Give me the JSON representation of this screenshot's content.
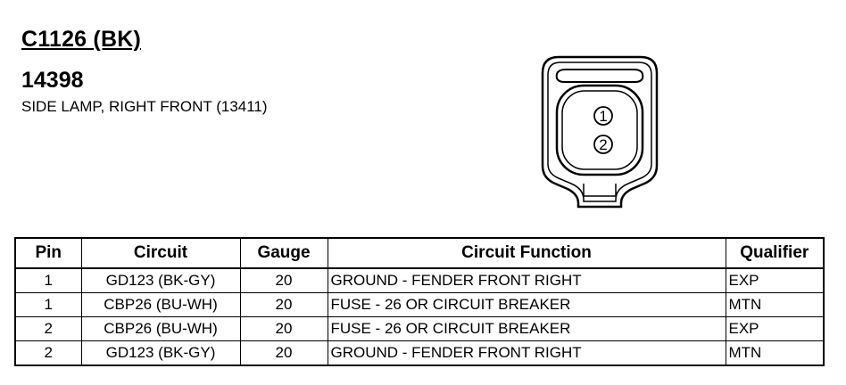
{
  "header": {
    "connector_id": "C1126 (BK)",
    "part_number": "14398",
    "description": "SIDE LAMP, RIGHT FRONT (13411)"
  },
  "connector_view": {
    "pins": [
      "1",
      "2"
    ]
  },
  "table": {
    "columns": {
      "pin": "Pin",
      "circuit": "Circuit",
      "gauge": "Gauge",
      "function": "Circuit Function",
      "qualifier": "Qualifier"
    },
    "rows": [
      {
        "pin": "1",
        "circuit": "GD123 (BK-GY)",
        "gauge": "20",
        "function": "GROUND - FENDER FRONT RIGHT",
        "qualifier": "EXP"
      },
      {
        "pin": "1",
        "circuit": "CBP26 (BU-WH)",
        "gauge": "20",
        "function": "FUSE - 26 OR CIRCUIT BREAKER",
        "qualifier": "MTN"
      },
      {
        "pin": "2",
        "circuit": "CBP26 (BU-WH)",
        "gauge": "20",
        "function": "FUSE - 26 OR CIRCUIT BREAKER",
        "qualifier": "EXP"
      },
      {
        "pin": "2",
        "circuit": "GD123 (BK-GY)",
        "gauge": "20",
        "function": "GROUND - FENDER FRONT RIGHT",
        "qualifier": "MTN"
      }
    ]
  }
}
